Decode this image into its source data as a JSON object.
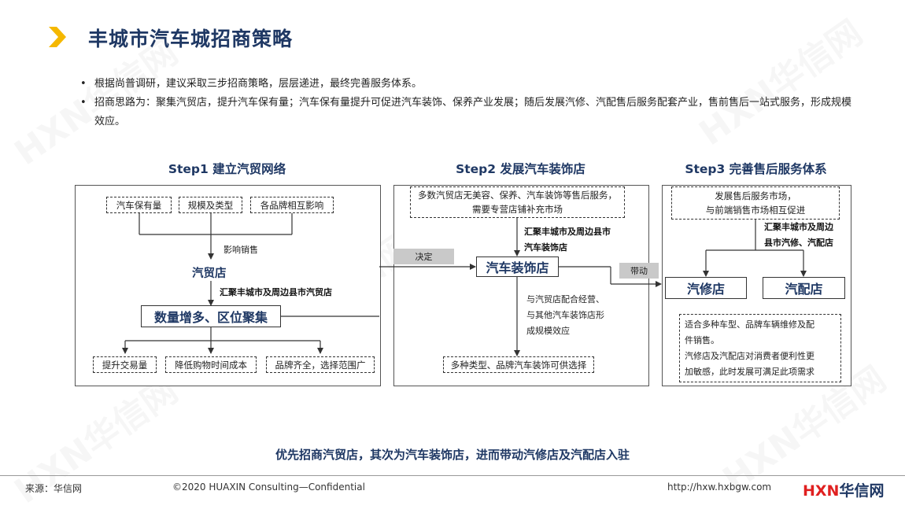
{
  "title": "丰城市汽车城招商策略",
  "bullets": [
    "根据尚普调研，建议采取三步招商策略，层层递进，最终完善服务体系。",
    "招商思路为：聚集汽贸店，提升汽车保有量；汽车保有量提升可促进汽车装饰、保养产业发展；随后发展汽修、汽配售后服务配套产业，售前售后一站式服务，形成规模效应。"
  ],
  "bullet_symbol": "•",
  "step1": {
    "title": "Step1 建立汽贸网络",
    "top_boxes": [
      "汽车保有量",
      "规模及类型",
      "各品牌相互影响"
    ],
    "arrow_label": "影响销售",
    "node": "汽贸店",
    "node_note": "汇聚丰城市及周边县市汽贸店",
    "main_box": "数量增多、区位聚集",
    "bottom_boxes": [
      "提升交易量",
      "降低购物时间成本",
      "品牌齐全，选择范围广"
    ]
  },
  "link1_label": "决定",
  "step2": {
    "title": "Step2 发展汽车装饰店",
    "top_box_lines": [
      "多数汽贸店无美容、保养、汽车装饰等售后服务，",
      "需要专营店铺补充市场"
    ],
    "note_lines": [
      "汇聚丰城市及周边县市",
      "汽车装饰店"
    ],
    "main_box": "汽车装饰店",
    "desc_lines": [
      "与汽贸店配合经营、",
      "与其他汽车装饰店形",
      "成规模效应"
    ],
    "bottom_box": "多种类型、品牌汽车装饰可供选择"
  },
  "link2_label": "带动",
  "step3": {
    "title": "Step3 完善售后服务体系",
    "top_box_lines": [
      "发展售后服务市场，",
      "与前端销售市场相互促进"
    ],
    "note_lines": [
      "汇聚丰城市及周边",
      "县市汽修、汽配店"
    ],
    "left_box": "汽修店",
    "right_box": "汽配店",
    "desc_lines": [
      "适合多种车型、品牌车辆维修及配",
      "件销售。",
      "汽修店及汽配店对消费者便利性更",
      "加敏感，此时发展可满足此项需求"
    ]
  },
  "conclusion": "优先招商汽贸店，其次为汽车装饰店，进而带动汽修店及汽配店入驻",
  "footer": {
    "source": "来源：华信网",
    "copyright": "©2020 HUAXIN Consulting—Confidential",
    "url": "http://hxw.hxbgw.com",
    "logo_latin": "HXN",
    "logo_cjk": "华信网"
  },
  "watermark": "HXN华信网",
  "colors": {
    "title": "#1f3864",
    "accent": "#f5b800",
    "logo_red": "#e02020",
    "logo_navy": "#1f3864",
    "tag": "#c9c9c9"
  }
}
